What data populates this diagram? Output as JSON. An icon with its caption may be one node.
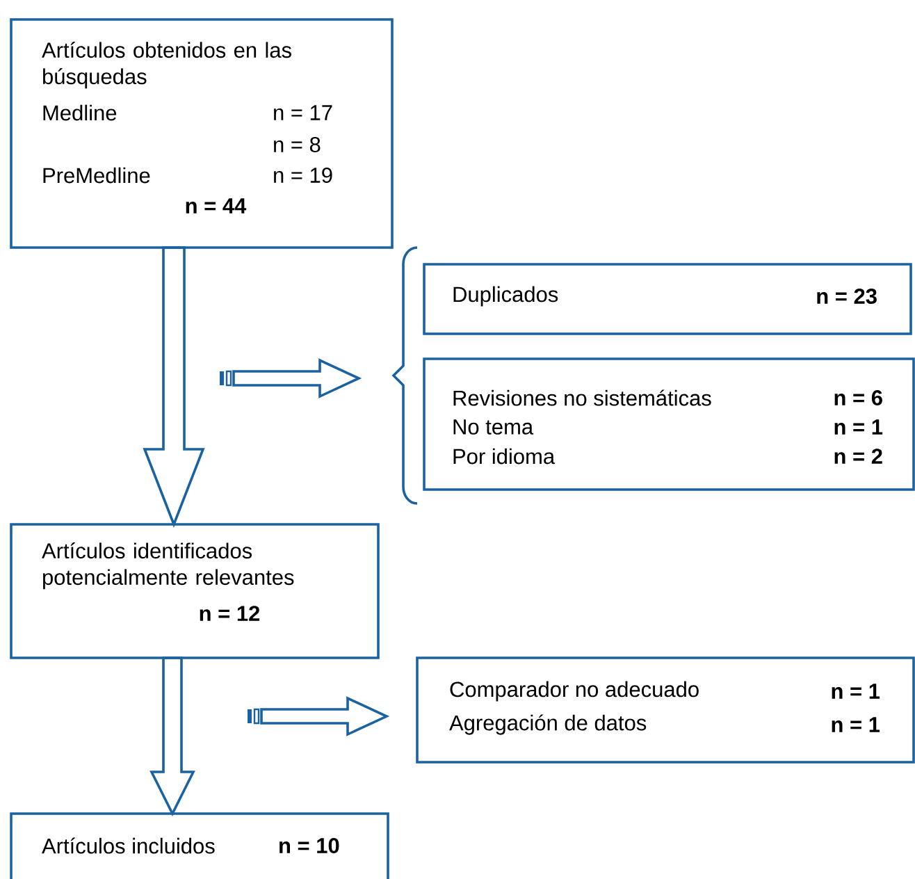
{
  "diagram": {
    "nodes": [
      {
        "text": [
          "Artículos obtenidos en las búsquedas",
          "Medline",
          "n = 17",
          "n = 8",
          "PreMedline",
          "n = 19",
          "n = 44"
        ]
      },
      {
        "text": [],
        "shape": "bracket"
      },
      {
        "text": [
          "Duplicados",
          "n = 23"
        ]
      },
      {
        "text": [
          "Revisiones no sistemáticas",
          "n = 6",
          "No tema",
          "n = 1",
          "Por idioma",
          "n = 2"
        ]
      },
      {
        "text": [
          "Artículos identificados potencialmente relevantes",
          "n = 12"
        ]
      },
      {
        "text": [
          "Comparador no adecuado",
          "n = 1",
          "Agregación de datos",
          "n = 1"
        ]
      },
      {
        "text": [
          "Artículos incluidos",
          "n = 10"
        ]
      }
    ],
    "edges": [
      {
        "from": 0,
        "to": 4,
        "arrow": "to"
      },
      {
        "from": 4,
        "to": 6,
        "arrow": "to"
      },
      {
        "from": null,
        "to": 1,
        "arrow": "to"
      },
      {
        "from": null,
        "to": 5,
        "arrow": "to"
      }
    ]
  }
}
